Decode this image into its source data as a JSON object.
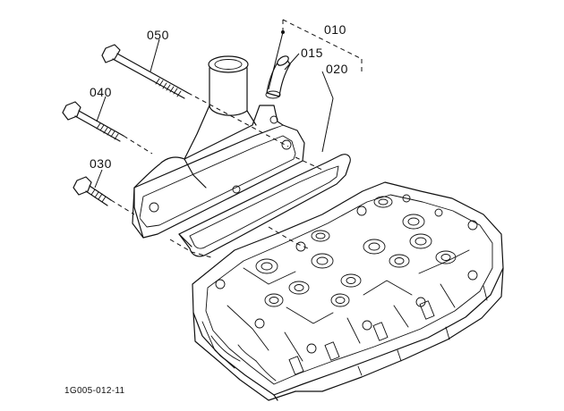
{
  "callouts": {
    "c010": "010",
    "c015": "015",
    "c020": "020",
    "c030": "030",
    "c040": "040",
    "c050": "050"
  },
  "figure_code": "1G005-012-11"
}
